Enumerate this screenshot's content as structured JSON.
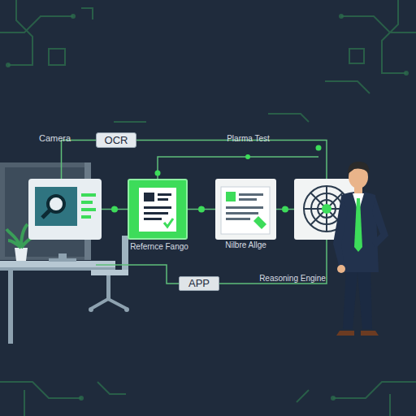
{
  "diagram": {
    "nodes": [
      {
        "text": [
          "Camera"
        ]
      },
      {
        "text": [
          "OCR"
        ]
      },
      {
        "text": [
          "Refernce Fango"
        ]
      },
      {
        "text": [
          "Nilbre Allge"
        ]
      },
      {
        "text": [
          "Reasoning Engine"
        ]
      },
      {
        "text": [
          "APP"
        ]
      }
    ],
    "edges": [
      {
        "from": 0,
        "to": 1,
        "arrow": "none"
      },
      {
        "from": 1,
        "to": 4,
        "arrow": "none"
      },
      {
        "from": 0,
        "to": 2,
        "arrow": "none"
      },
      {
        "from": 2,
        "to": 3,
        "arrow": "none"
      },
      {
        "from": 3,
        "to": 4,
        "arrow": "none"
      },
      {
        "from": 5,
        "to": 4,
        "arrow": "none"
      }
    ],
    "labels": [
      "Plarma Test"
    ]
  }
}
